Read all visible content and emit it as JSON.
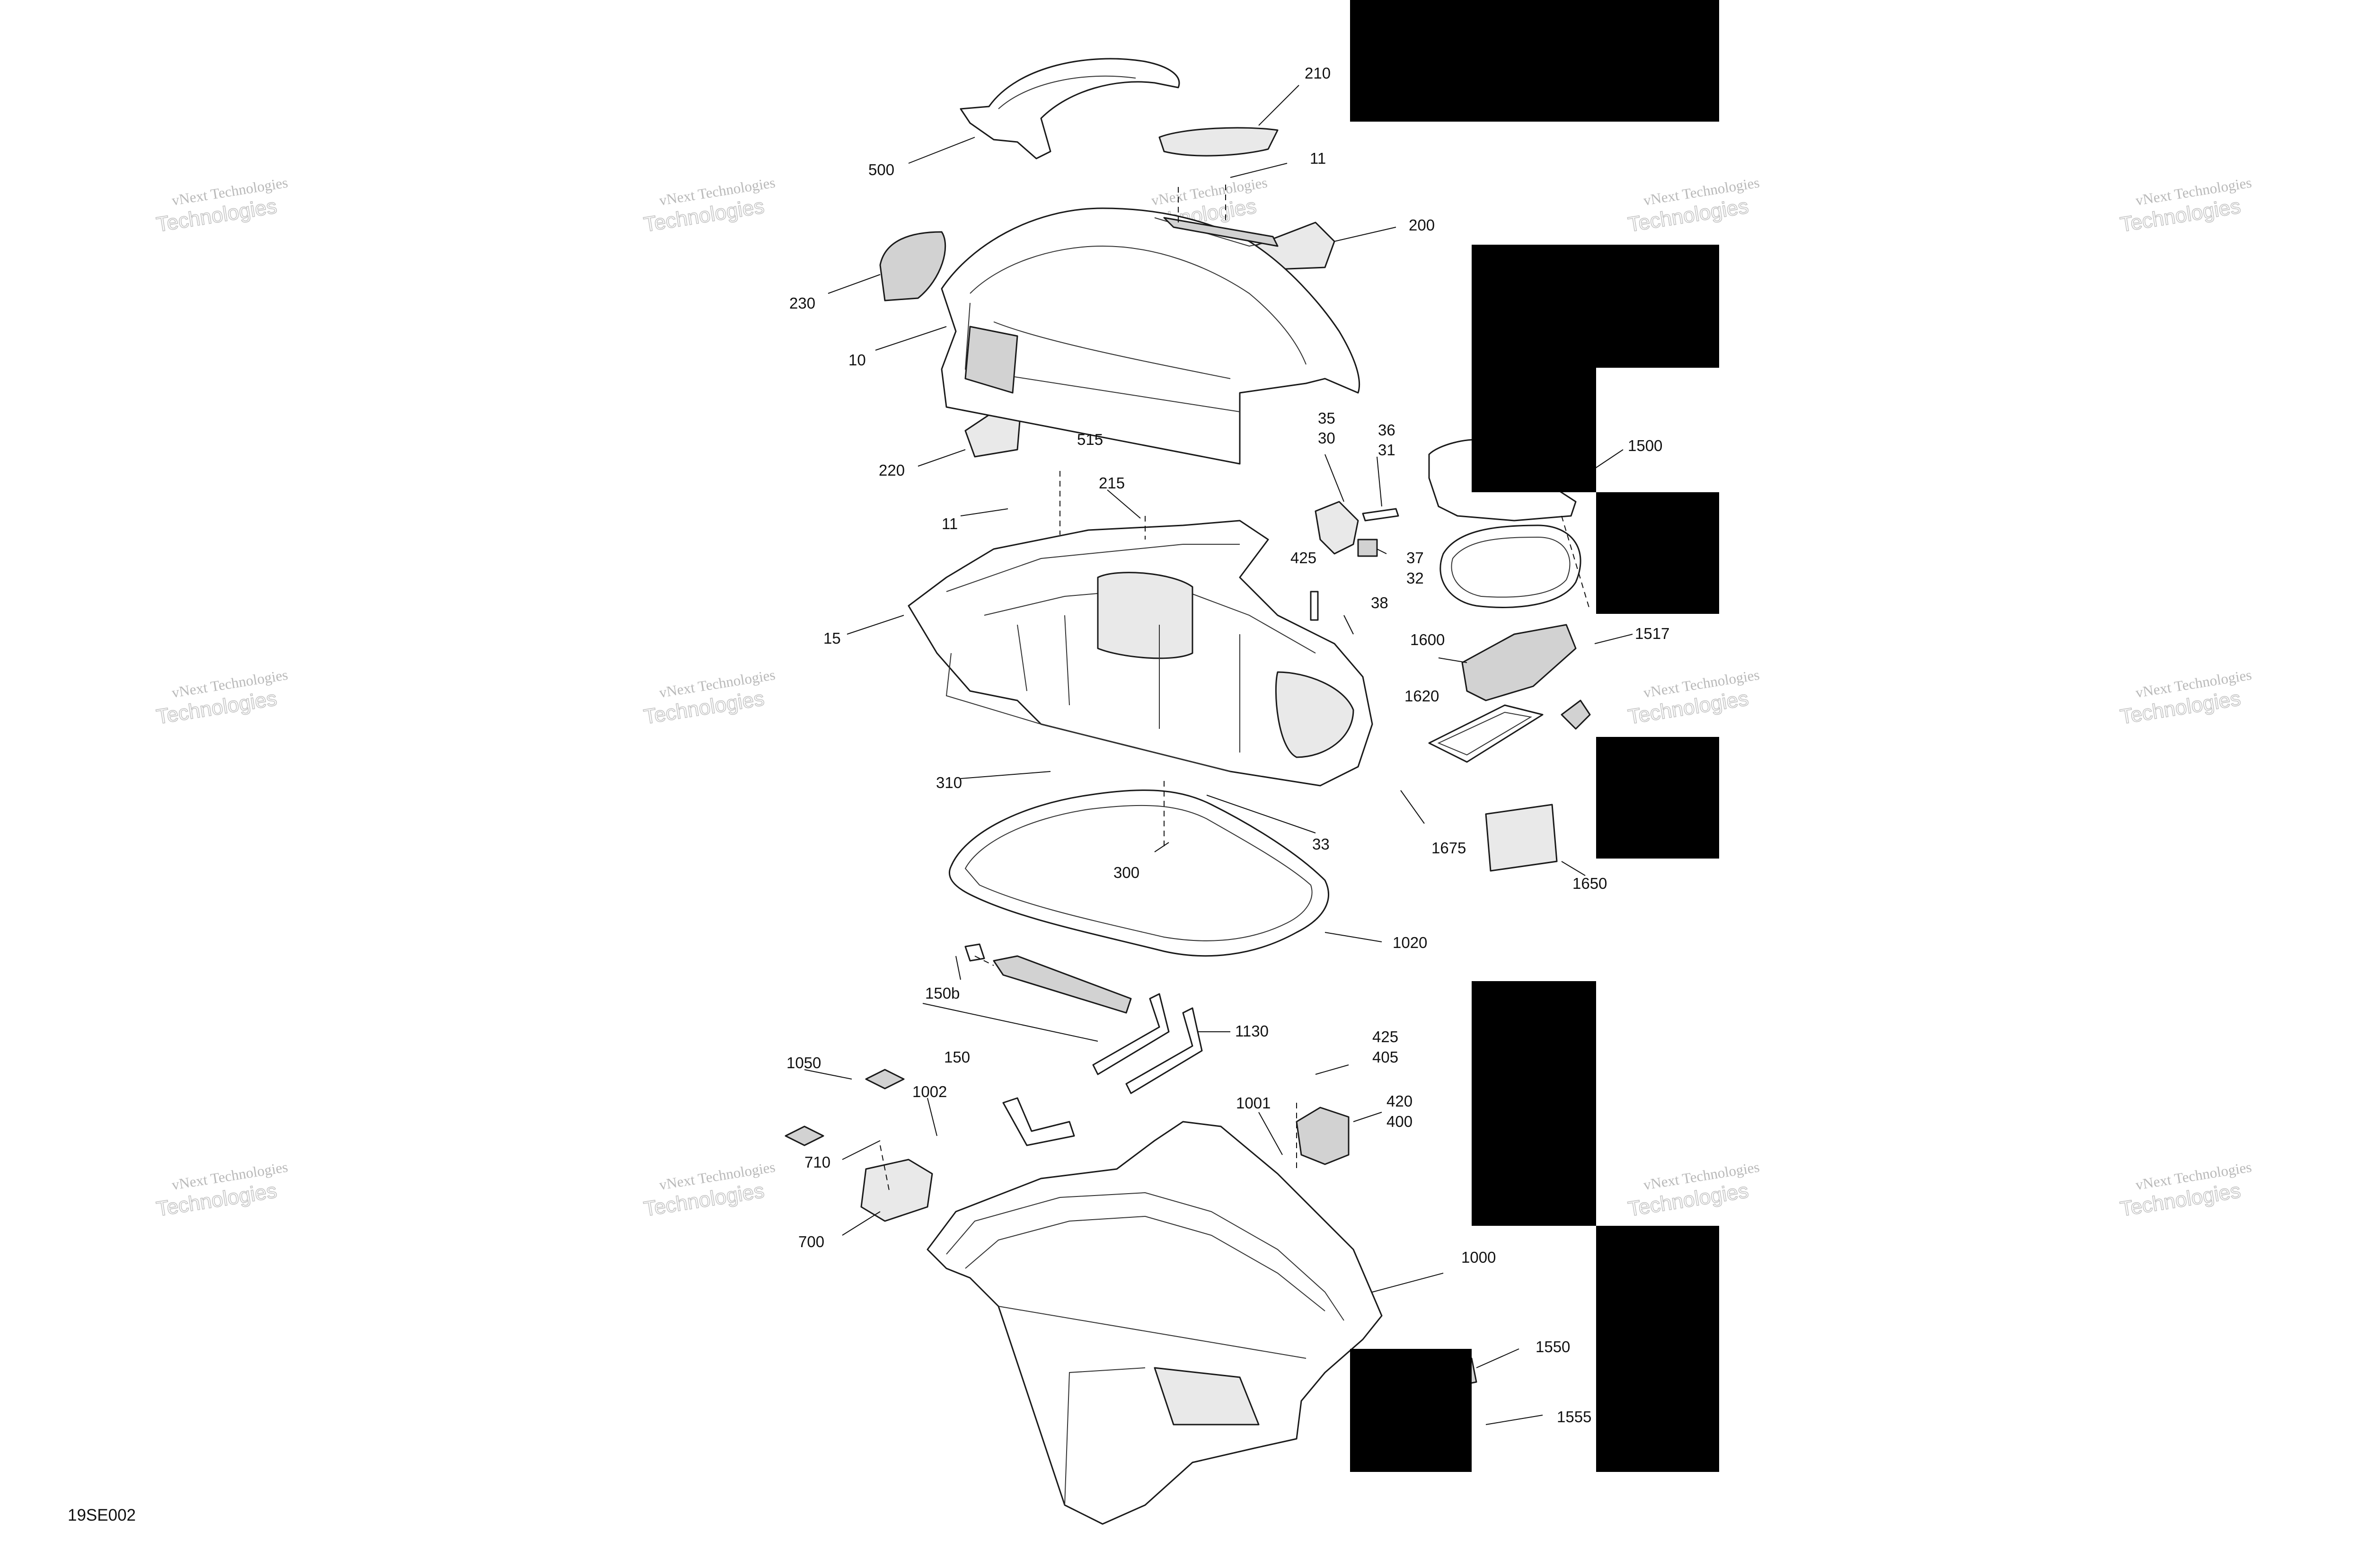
{
  "diagram": {
    "code": "19SE002",
    "callouts": [
      {
        "id": "c210",
        "text": "210"
      },
      {
        "id": "c500",
        "text": "500"
      },
      {
        "id": "c11a",
        "text": "11"
      },
      {
        "id": "c200",
        "text": "200"
      },
      {
        "id": "c230",
        "text": "230"
      },
      {
        "id": "c10",
        "text": "10"
      },
      {
        "id": "c220",
        "text": "220"
      },
      {
        "id": "c515",
        "text": "515"
      },
      {
        "id": "c11b",
        "text": "11"
      },
      {
        "id": "c215",
        "text": "215"
      },
      {
        "id": "c35",
        "text": "35"
      },
      {
        "id": "c30",
        "text": "30"
      },
      {
        "id": "c36",
        "text": "36"
      },
      {
        "id": "c31",
        "text": "31"
      },
      {
        "id": "c37",
        "text": "37"
      },
      {
        "id": "c32",
        "text": "32"
      },
      {
        "id": "c425a",
        "text": "425"
      },
      {
        "id": "c38",
        "text": "38"
      },
      {
        "id": "c15",
        "text": "15"
      },
      {
        "id": "c1500",
        "text": "1500"
      },
      {
        "id": "c1517",
        "text": "1517"
      },
      {
        "id": "c1600",
        "text": "1600"
      },
      {
        "id": "c1620",
        "text": "1620"
      },
      {
        "id": "c310",
        "text": "310"
      },
      {
        "id": "c33",
        "text": "33"
      },
      {
        "id": "c1675",
        "text": "1675"
      },
      {
        "id": "c300",
        "text": "300"
      },
      {
        "id": "c1650",
        "text": "1650"
      },
      {
        "id": "c1020",
        "text": "1020"
      },
      {
        "id": "c150b",
        "text": "150b"
      },
      {
        "id": "c1130",
        "text": "1130"
      },
      {
        "id": "c150",
        "text": "150"
      },
      {
        "id": "c425b",
        "text": "425"
      },
      {
        "id": "c405",
        "text": "405"
      },
      {
        "id": "c1050",
        "text": "1050"
      },
      {
        "id": "c1002",
        "text": "1002"
      },
      {
        "id": "c1001",
        "text": "1001"
      },
      {
        "id": "c420",
        "text": "420"
      },
      {
        "id": "c400",
        "text": "400"
      },
      {
        "id": "c710",
        "text": "710"
      },
      {
        "id": "c700",
        "text": "700"
      },
      {
        "id": "c1000",
        "text": "1000"
      },
      {
        "id": "c1550",
        "text": "1550"
      },
      {
        "id": "c1555",
        "text": "1555"
      }
    ],
    "watermark": {
      "line1": "vNext Technologies",
      "line2": "Technologies"
    }
  }
}
